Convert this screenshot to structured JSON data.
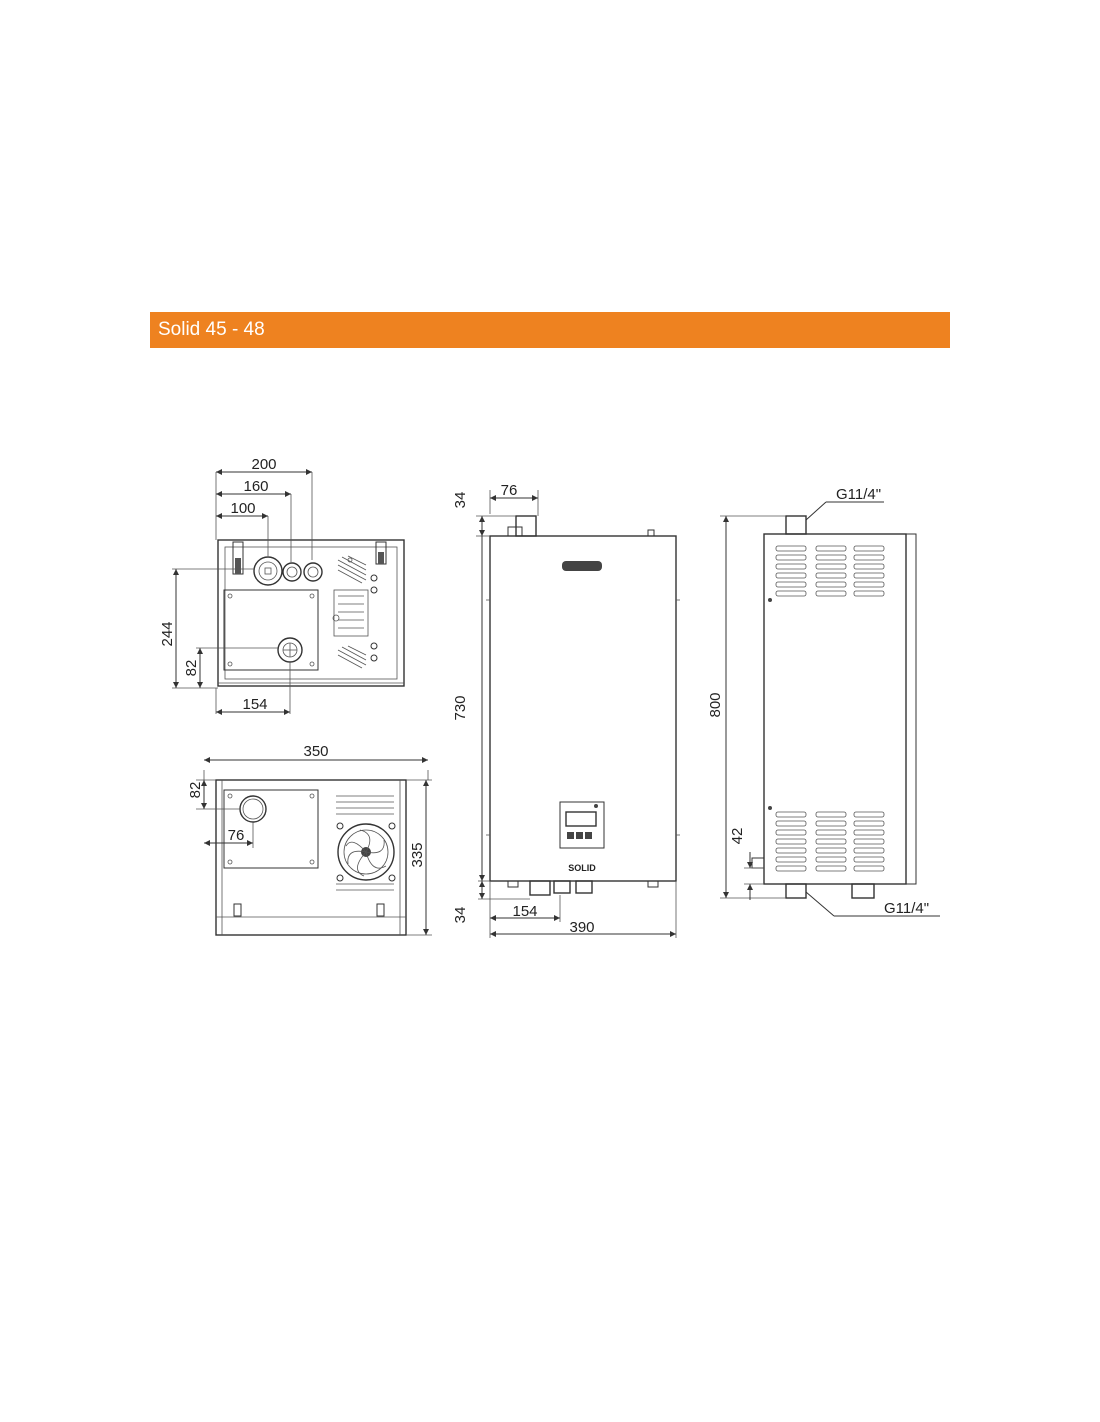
{
  "header": {
    "title": "Solid 45 - 48"
  },
  "colors": {
    "accent": "#ee8220",
    "line": "#333333"
  },
  "top_view": {
    "dims": {
      "w200": "200",
      "w160": "160",
      "w100": "100",
      "h244": "244",
      "h82": "82",
      "w154": "154"
    }
  },
  "bottom_view": {
    "dims": {
      "w350": "350",
      "h82": "82",
      "w76": "76",
      "h335": "335"
    }
  },
  "front_view": {
    "dims": {
      "w76": "76",
      "h34_top": "34",
      "h730": "730",
      "h34_bottom": "34",
      "w154": "154",
      "w390": "390"
    },
    "brand_text": "SOLID"
  },
  "side_view": {
    "dims": {
      "h800": "800",
      "h42": "42"
    },
    "labels": {
      "inlet_top": "G11/4\"",
      "outlet_bottom": "G11/4\""
    }
  }
}
